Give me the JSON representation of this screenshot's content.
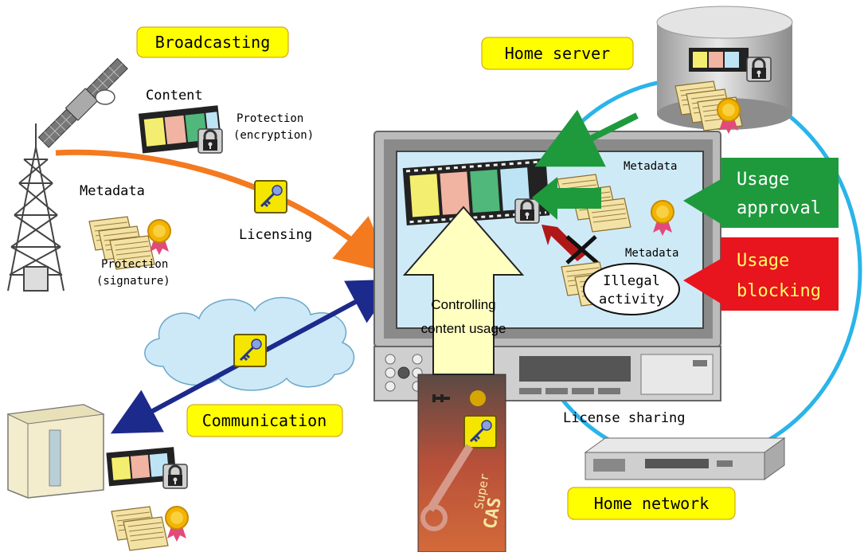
{
  "labels": {
    "broadcasting": "Broadcasting",
    "home_server": "Home server",
    "content": "Content",
    "protection_encryption_1": "Protection",
    "protection_encryption_2": "(encryption)",
    "metadata_left": "Metadata",
    "licensing": "Licensing",
    "protection_signature_1": "Protection",
    "protection_signature_2": "(signature)",
    "metadata_top": "Metadata",
    "metadata_mid": "Metadata",
    "illegal_1": "Illegal",
    "illegal_2": "activity",
    "controlling_1": "Controlling",
    "controlling_2": "content usage",
    "usage_approval_1": "Usage",
    "usage_approval_2": "approval",
    "usage_blocking_1": "Usage",
    "usage_blocking_2": "blocking",
    "communication": "Communication",
    "license_sharing": "License sharing",
    "home_network": "Home network",
    "card_super": "Super",
    "card_cas": "CAS"
  },
  "colors": {
    "label_yellow": "#ffff00",
    "approval_green": "#1e9a3c",
    "blocking_red": "#e8141e",
    "arrow_orange": "#f47a20",
    "arrow_navy": "#1c2a8c",
    "network_blue": "#2ab4ea",
    "screen_blue": "#cfeaf7"
  }
}
